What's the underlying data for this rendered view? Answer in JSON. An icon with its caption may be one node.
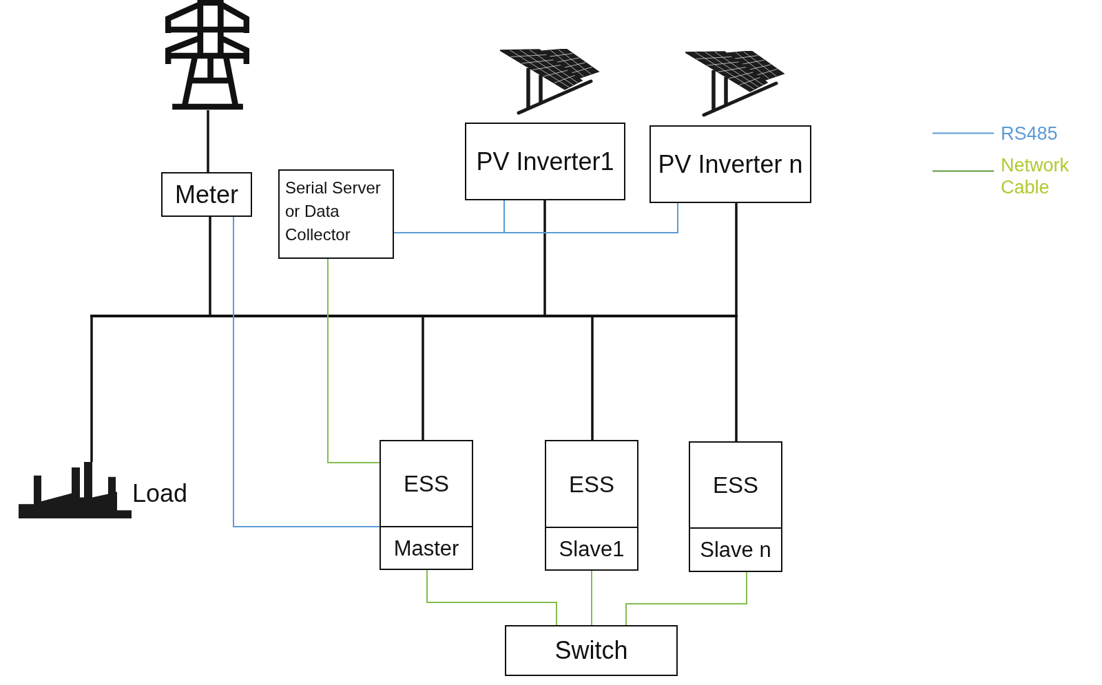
{
  "diagram": {
    "nodes": [
      {
        "text": [],
        "shape": "picture"
      },
      {
        "text": [
          "PV Inverter1"
        ]
      },
      {
        "text": [
          "PV Inverter n"
        ]
      },
      {
        "text": [
          "Meter"
        ]
      },
      {
        "text": [
          "Serial Server or Data Collector"
        ]
      },
      {
        "text": [],
        "shape": "bar"
      },
      {
        "text": [],
        "shape": "picture",
        "beside": [
          "Load"
        ]
      },
      {
        "text": [
          "ESS",
          "Master"
        ]
      },
      {
        "text": [
          "ESS",
          "Slave1"
        ]
      },
      {
        "text": [
          "ESS",
          "Slave n"
        ]
      },
      {
        "text": [
          "Switch"
        ]
      }
    ],
    "edges": [
      {
        "from": 0,
        "to": 3,
        "arrow": "none"
      },
      {
        "from": 3,
        "to": 5,
        "arrow": "none"
      },
      {
        "from": 6,
        "to": 5,
        "arrow": "none"
      },
      {
        "from": 1,
        "to": 5,
        "arrow": "none"
      },
      {
        "from": 2,
        "to": 5,
        "arrow": "none"
      },
      {
        "from": 7,
        "to": 5,
        "arrow": "none"
      },
      {
        "from": 8,
        "to": 5,
        "arrow": "none"
      },
      {
        "from": 9,
        "to": 5,
        "arrow": "none"
      },
      {
        "from": 3,
        "to": 7,
        "arrow": "none",
        "color": "#5b9bd5"
      },
      {
        "from": 4,
        "to": 1,
        "arrow": "none",
        "color": "#5b9bd5"
      },
      {
        "from": 4,
        "to": 2,
        "arrow": "none",
        "color": "#5b9bd5"
      },
      {
        "from": 4,
        "to": 7,
        "arrow": "none",
        "color": "#84bd4f"
      },
      {
        "from": 7,
        "to": 10,
        "arrow": "none",
        "color": "#84bd4f"
      },
      {
        "from": 8,
        "to": 10,
        "arrow": "none",
        "color": "#84bd4f"
      },
      {
        "from": 9,
        "to": 10,
        "arrow": "none",
        "color": "#84bd4f"
      }
    ],
    "legend": [
      {
        "text": "RS485"
      },
      {
        "text": "Network Cable"
      }
    ]
  }
}
